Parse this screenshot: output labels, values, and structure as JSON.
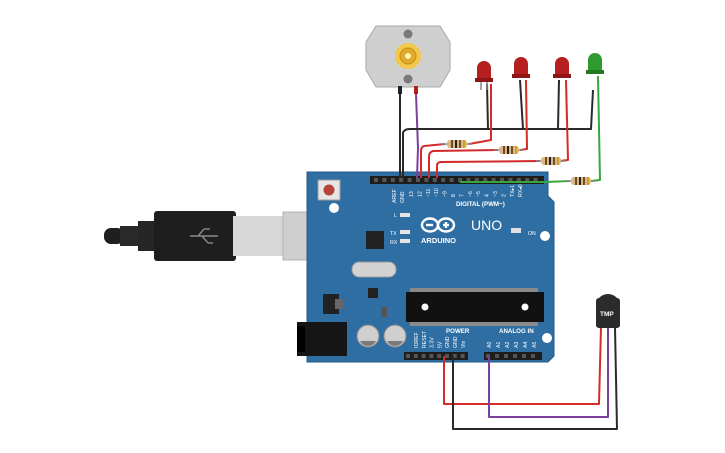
{
  "board": {
    "model": "UNO",
    "brand": "ARDUINO",
    "digital_header": "DIGITAL (PWM~)",
    "power_header": "POWER",
    "analog_header": "ANALOG IN",
    "on_label": "ON",
    "l_label": "L",
    "tx_label": "TX",
    "rx_label": "RX",
    "aref": "AREF",
    "gnd": "GND",
    "digital_pins": [
      "13",
      "12",
      "~11",
      "~10",
      "~9",
      "8",
      "7",
      "~6",
      "~5",
      "4",
      "~3",
      "2",
      "TX▸1",
      "RX◂0"
    ],
    "power_pins": [
      "IOREF",
      "RESET",
      "3.3V",
      "5V",
      "GND",
      "GND",
      "Vin"
    ],
    "analog_pins": [
      "A0",
      "A1",
      "A2",
      "A3",
      "A4",
      "A5"
    ]
  },
  "sensor": {
    "label": "TMP"
  },
  "colors": {
    "board": "#2f6ea3",
    "wire_red": "#d42a2a",
    "wire_black": "#2a2a2a",
    "wire_purple": "#7b3fa0",
    "wire_green": "#3aa63a",
    "led_red": "#b51f1f",
    "led_green": "#2f9a2f"
  }
}
